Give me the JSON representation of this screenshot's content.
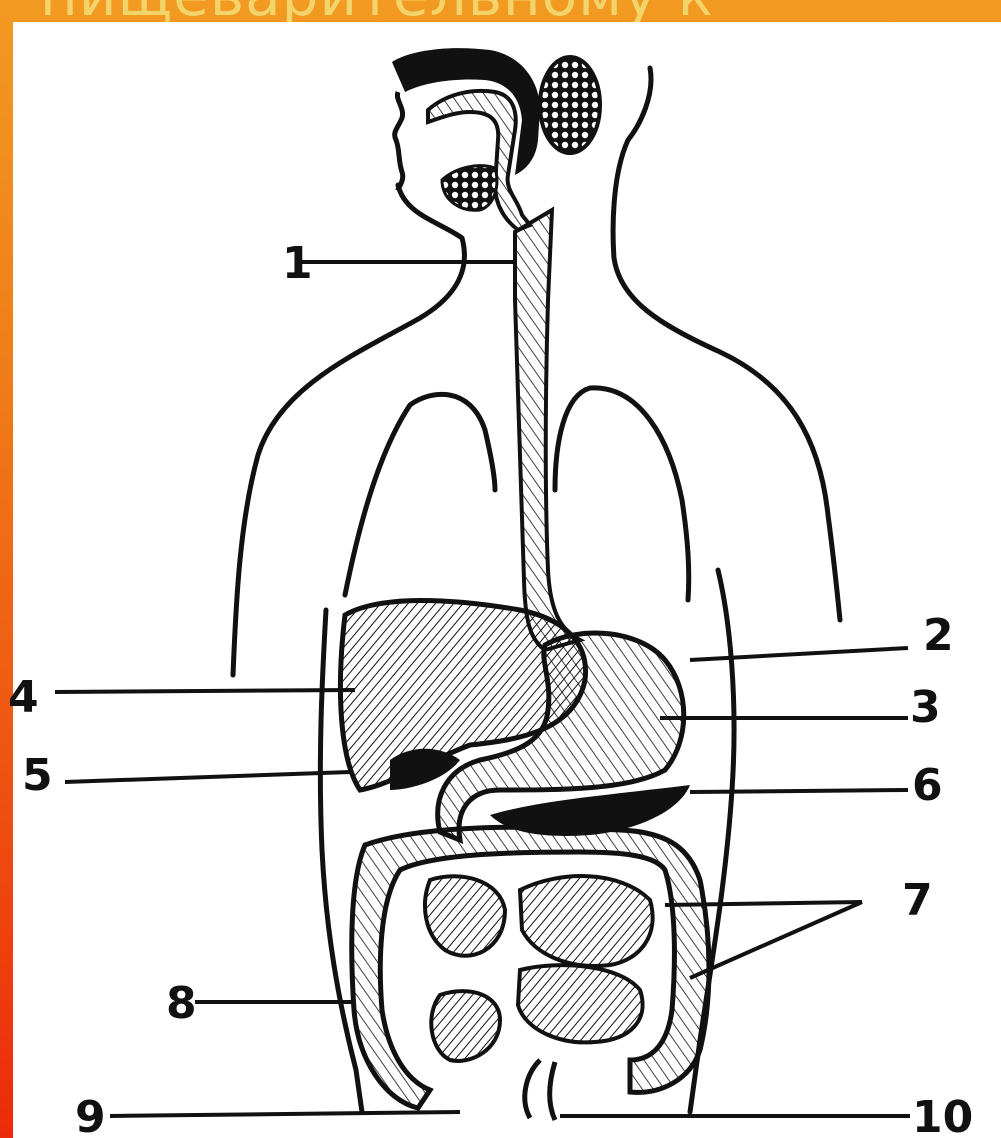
{
  "header": {
    "title_fragment": "пищеварительному к"
  },
  "labels": {
    "l1": "1",
    "l2": "2",
    "l3": "3",
    "l4": "4",
    "l5": "5",
    "l6": "6",
    "l7": "7",
    "l8": "8",
    "l9": "9",
    "l10": "10"
  },
  "colors": {
    "background_top": "#f29a22",
    "background_bottom": "#ec2a0b",
    "ink": "#111111"
  }
}
